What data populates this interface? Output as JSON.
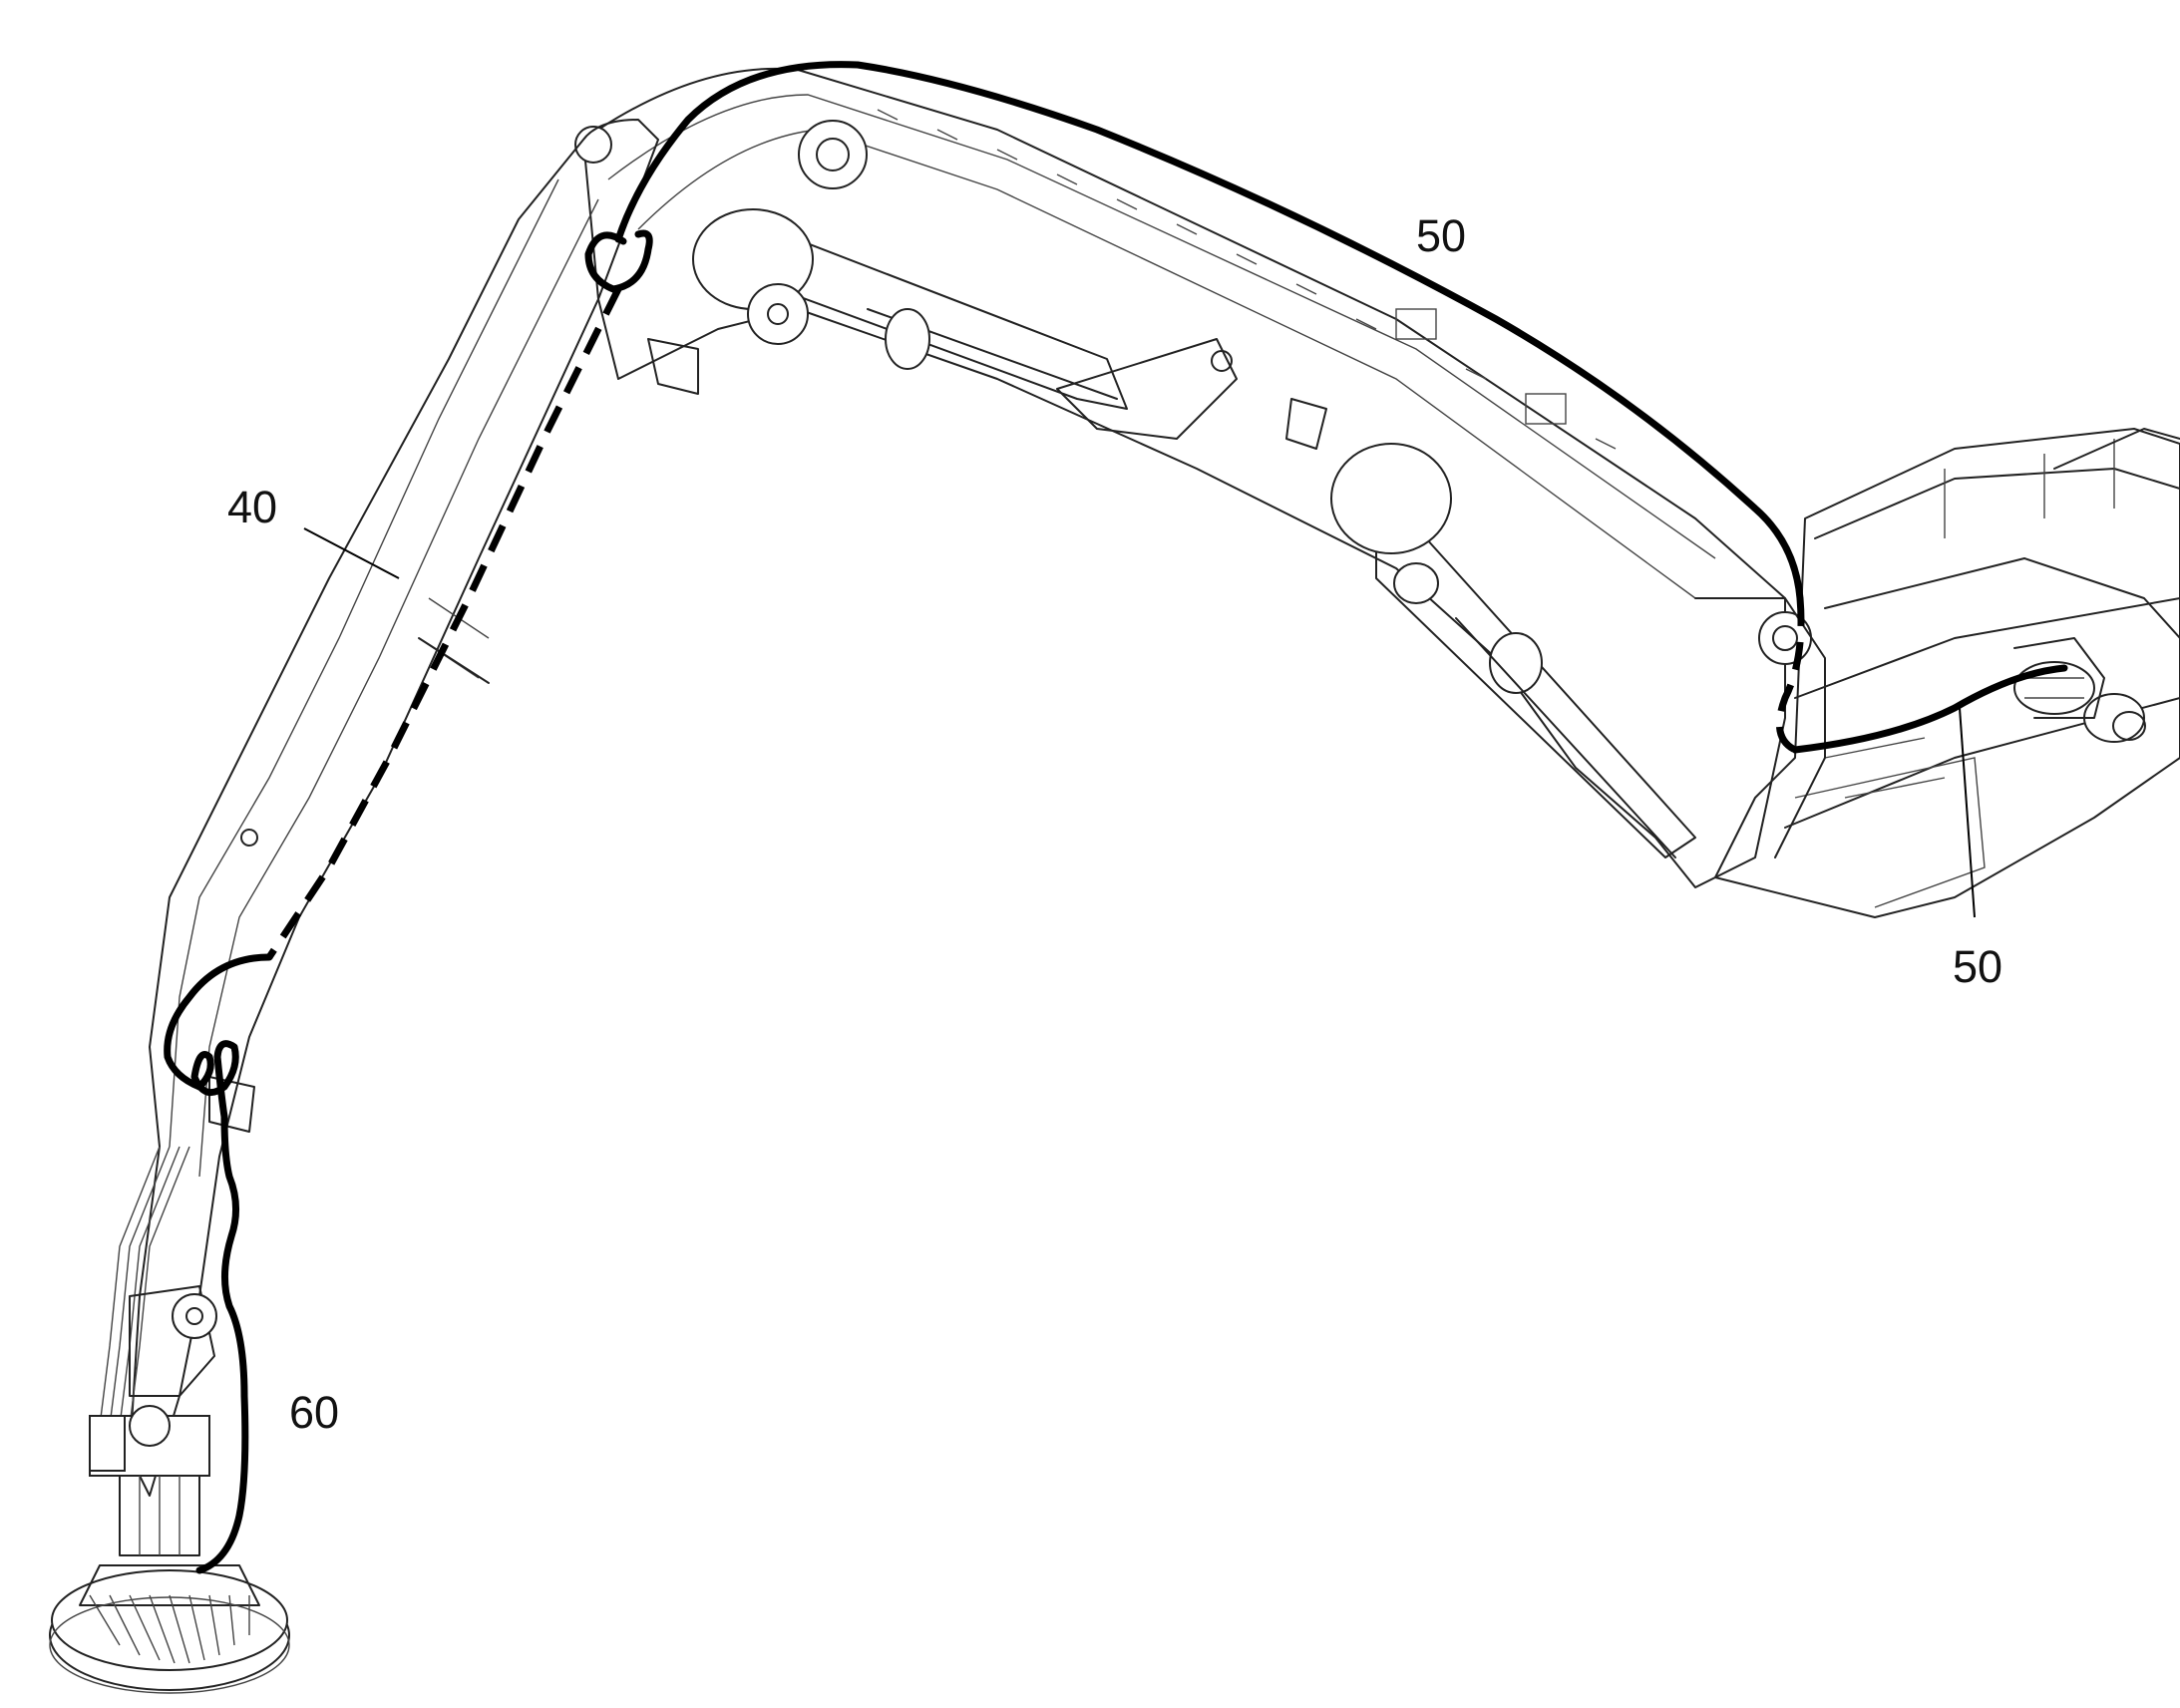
{
  "labels": {
    "ref_40": "40",
    "ref_50_top": "50",
    "ref_50_right": "50",
    "ref_60": "60"
  },
  "colors": {
    "line": "#222222",
    "cable": "#000000",
    "background": "#ffffff"
  }
}
